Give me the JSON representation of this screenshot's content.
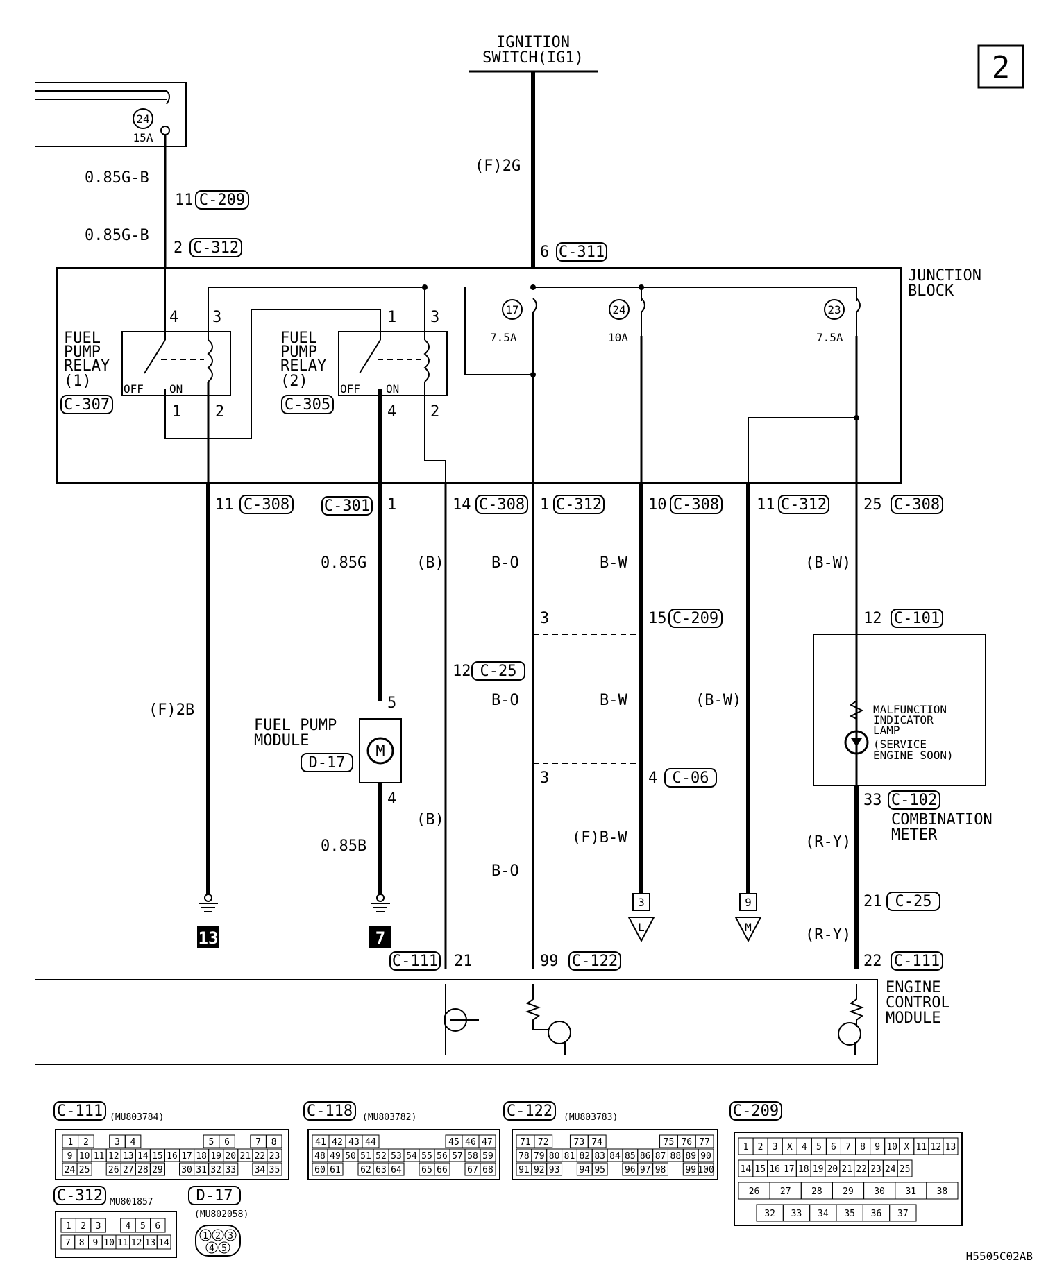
{
  "page_number": "2",
  "ignition": {
    "line1": "IGNITION",
    "line2": "SWITCH(IG1)",
    "wire": "(F)2G",
    "pin": "6",
    "conn": "C-311"
  },
  "fuse_top": {
    "num": "24",
    "amp": "15A"
  },
  "top_wires": {
    "w1": "0.85G-B",
    "w2": "0.85G-B",
    "pin1": "11",
    "conn1": "C-209",
    "pin2": "2",
    "conn2": "C-312"
  },
  "junction_block": {
    "line1": "JUNCTION",
    "line2": "BLOCK"
  },
  "relay1": {
    "l1": "FUEL",
    "l2": "PUMP",
    "l3": "RELAY",
    "l4": "(1)",
    "conn": "C-307",
    "off": "OFF",
    "on": "ON",
    "p4": "4",
    "p3": "3",
    "p1": "1",
    "p2": "2"
  },
  "relay2": {
    "l1": "FUEL",
    "l2": "PUMP",
    "l3": "RELAY",
    "l4": "(2)",
    "conn": "C-305",
    "off": "OFF",
    "on": "ON",
    "p1": "1",
    "p3": "3",
    "p4": "4",
    "p2": "2"
  },
  "fuses": {
    "f17": {
      "num": "17",
      "amp": "7.5A"
    },
    "f24": {
      "num": "24",
      "amp": "10A"
    },
    "f23": {
      "num": "23",
      "amp": "7.5A"
    }
  },
  "jb_out": {
    "a_pin": "11",
    "a_conn": "C-308",
    "b_conn": "C-301",
    "b_pin": "1",
    "c_pin": "14",
    "c_conn": "C-308",
    "d_pin": "1",
    "d_conn": "C-312",
    "e_pin": "10",
    "e_conn": "C-308",
    "f_pin": "11",
    "f_conn": "C-312",
    "g_pin": "25",
    "g_conn": "C-308"
  },
  "wire_labels": {
    "w_085g": "0.85G",
    "w_b1": "(B)",
    "w_bo1": "B-O",
    "w_bw1": "B-W",
    "w_bw_p1": "(B-W)",
    "w_f2b": "(F)2B",
    "w_bo2": "B-O",
    "w_bw2": "B-W",
    "w_bw_p2": "(B-W)",
    "w_b2": "(B)",
    "w_fbw": "(F)B-W",
    "w_ry1": "(R-Y)",
    "w_085b": "0.85B",
    "w_bo3": "B-O",
    "w_ry2": "(R-Y)"
  },
  "splices": {
    "s1_pin": "3",
    "s1_pin2": "15",
    "s1_conn": "C-209",
    "s2_pin": "3",
    "s2_pin2": "4",
    "s2_conn": "C-06",
    "c25_pin": "12",
    "c25_conn": "C-25"
  },
  "fuel_pump": {
    "l1": "FUEL PUMP",
    "l2": "MODULE",
    "conn": "D-17",
    "p5": "5",
    "p4": "4",
    "motor": "M"
  },
  "meter": {
    "pin_in": "12",
    "conn_in": "C-101",
    "mil1": "MALFUNCTION",
    "mil2": "INDICATOR",
    "mil3": "LAMP",
    "mil4": "(SERVICE",
    "mil5": "ENGINE SOON)",
    "pin_out": "33",
    "conn_out": "C-102",
    "name1": "COMBINATION",
    "name2": "METER",
    "pin_c25": "21",
    "conn_c25": "C-25"
  },
  "grounds": {
    "g13": "13",
    "g7": "7"
  },
  "offpage": {
    "o3": "3",
    "o3_letter": "L",
    "o9": "9",
    "o9_letter": "M"
  },
  "ecm": {
    "l1": "ENGINE",
    "l2": "CONTROL",
    "l3": "MODULE",
    "c111a": "C-111",
    "p21": "21",
    "p99": "99",
    "c122": "C-122",
    "p22": "22",
    "c111b": "C-111"
  },
  "connectors": {
    "c111": {
      "title": "C-111",
      "part": "(MU803784)",
      "r1": [
        "1",
        "2",
        "",
        "3",
        "4",
        "",
        "",
        "",
        "",
        "5",
        "6",
        "",
        "7",
        "8"
      ],
      "r2": [
        "9",
        "10",
        "11",
        "12",
        "13",
        "14",
        "15",
        "16",
        "17",
        "18",
        "19",
        "20",
        "21",
        "22",
        "23"
      ],
      "r3": [
        "24",
        "25",
        "",
        "26",
        "27",
        "28",
        "29",
        "",
        "30",
        "31",
        "32",
        "33",
        "",
        "34",
        "35"
      ]
    },
    "c118": {
      "title": "C-118",
      "part": "(MU803782)",
      "r1": [
        "41",
        "42",
        "43",
        "44",
        "",
        "",
        "",
        "",
        "45",
        "46",
        "47"
      ],
      "r2": [
        "48",
        "49",
        "50",
        "51",
        "52",
        "53",
        "54",
        "55",
        "56",
        "57",
        "58",
        "59"
      ],
      "r3": [
        "60",
        "61",
        "",
        "62",
        "63",
        "64",
        "",
        "65",
        "66",
        "",
        "67",
        "68"
      ]
    },
    "c122": {
      "title": "C-122",
      "part": "(MU803783)",
      "r1": [
        "71",
        "72",
        "",
        "73",
        "74",
        "",
        "",
        "",
        "75",
        "76",
        "77"
      ],
      "r2": [
        "78",
        "79",
        "80",
        "81",
        "82",
        "83",
        "84",
        "85",
        "86",
        "87",
        "88",
        "89",
        "90"
      ],
      "r3": [
        "91",
        "92",
        "93",
        "",
        "94",
        "95",
        "",
        "96",
        "97",
        "98",
        "",
        "99",
        "100"
      ]
    },
    "c209": {
      "title": "C-209",
      "r1": [
        "1",
        "2",
        "3",
        "X",
        "4",
        "5",
        "6",
        "7",
        "8",
        "9",
        "10",
        "X",
        "11",
        "12",
        "13"
      ],
      "r2": [
        "14",
        "15",
        "16",
        "17",
        "18",
        "19",
        "20",
        "21",
        "22",
        "23",
        "24",
        "25"
      ],
      "r3": [
        "26",
        "27",
        "28",
        "29",
        "30",
        "31",
        "38"
      ],
      "r4": [
        "32",
        "33",
        "34",
        "35",
        "36",
        "37"
      ]
    },
    "c312": {
      "title": "C-312",
      "part": "MU801857",
      "r1": [
        "1",
        "2",
        "3",
        "",
        "4",
        "5",
        "6"
      ],
      "r2": [
        "7",
        "8",
        "9",
        "10",
        "11",
        "12",
        "13",
        "14"
      ]
    },
    "d17": {
      "title": "D-17",
      "part": "(MU802058)",
      "pins": [
        "1",
        "2",
        "3",
        "4",
        "5"
      ]
    }
  },
  "doc_code": "H5505C02AB"
}
